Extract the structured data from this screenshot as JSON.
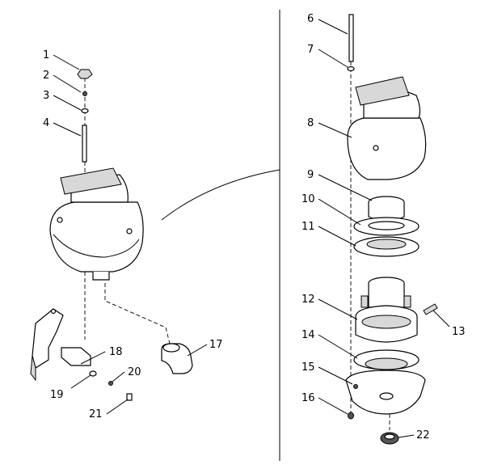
{
  "callouts": {
    "c1": "1",
    "c2": "2",
    "c3": "3",
    "c4": "4",
    "c6": "6",
    "c7": "7",
    "c8": "8",
    "c9": "9",
    "c10": "10",
    "c11": "11",
    "c12": "12",
    "c13": "13",
    "c14": "14",
    "c15": "15",
    "c16": "16",
    "c17": "17",
    "c18": "18",
    "c19": "19",
    "c20": "20",
    "c21": "21",
    "c22": "22"
  }
}
